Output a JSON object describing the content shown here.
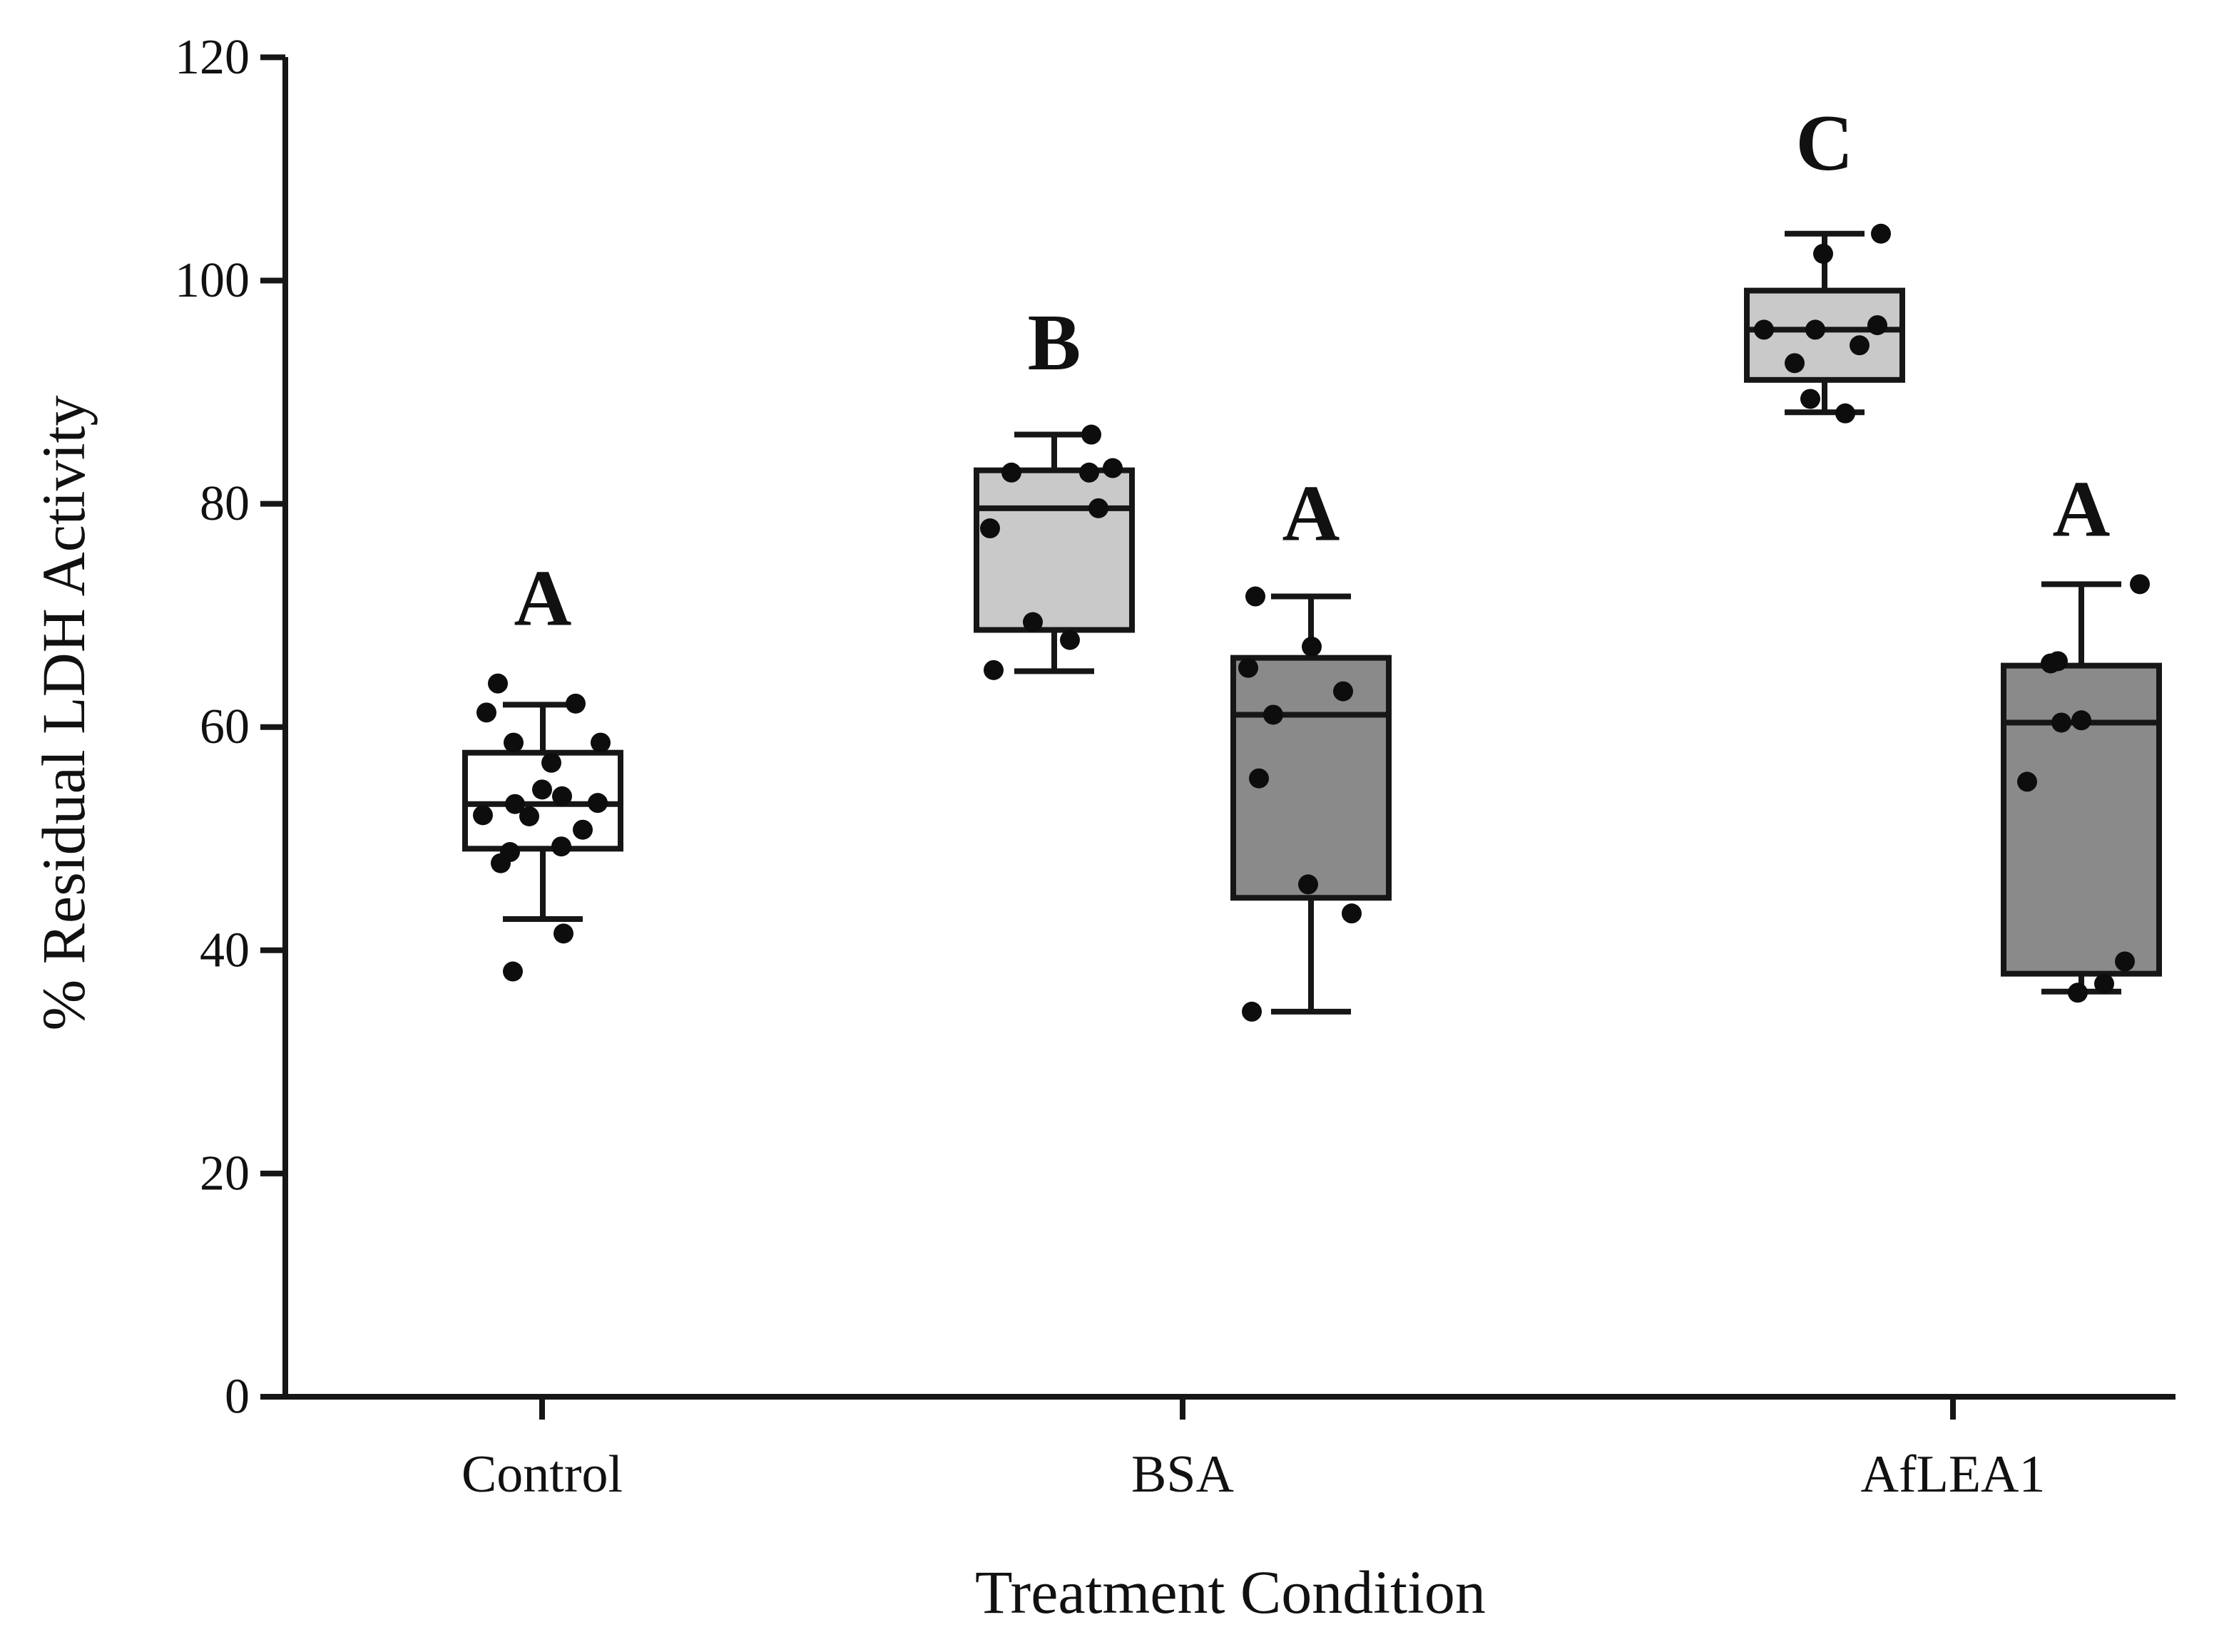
{
  "figure": {
    "background": "#ffffff",
    "x_axis_title": "Treatment Condition",
    "y_axis_title": "% Residual LDH Activity"
  },
  "chart_data": {
    "type": "box",
    "title": "",
    "xlabel": "Treatment Condition",
    "ylabel": "% Residual LDH Activity",
    "ylim": [
      0,
      120
    ],
    "yticks": [
      0,
      20,
      40,
      60,
      80,
      100,
      120
    ],
    "grid": false,
    "legend": "none",
    "categories": [
      "Control",
      "BSA",
      "AfLEA1"
    ],
    "colors": {
      "empty_box_fill": "#ffffff",
      "light_box_fill": "#c9c9c9",
      "dark_box_fill": "#8a8a8a",
      "line": "#161616",
      "point": "#0d0d0d",
      "text": "#111111"
    },
    "significance_letters": [
      "A",
      "B",
      "A",
      "C",
      "A"
    ],
    "groups": [
      {
        "label": "Control",
        "tick_x": 760,
        "boxes": [
          {
            "name": "control",
            "letter": "A",
            "letter_value": 71.5,
            "fill_key": "empty_box_fill",
            "x_center": 761,
            "stats": {
              "whisker_low": 42.8,
              "q1": 49.1,
              "median": 53.1,
              "q3": 57.7,
              "whisker_high": 62.0
            },
            "points": [
              [
                -63,
                63.9
              ],
              [
                46,
                62.1
              ],
              [
                -79,
                61.3
              ],
              [
                -41,
                58.6
              ],
              [
                81,
                58.6
              ],
              [
                12,
                56.8
              ],
              [
                -1,
                54.4
              ],
              [
                27,
                53.8
              ],
              [
                77,
                53.2
              ],
              [
                -39,
                53.1
              ],
              [
                -84,
                52.1
              ],
              [
                -19,
                52.0
              ],
              [
                56,
                50.8
              ],
              [
                26,
                49.3
              ],
              [
                -46,
                48.8
              ],
              [
                -59,
                47.8
              ],
              [
                29,
                41.5
              ],
              [
                -42,
                38.1
              ]
            ]
          }
        ]
      },
      {
        "label": "BSA",
        "tick_x": 1658,
        "boxes": [
          {
            "name": "bsa-light",
            "letter": "B",
            "letter_value": 94.4,
            "fill_key": "light_box_fill",
            "x_center": 1478,
            "stats": {
              "whisker_low": 65.0,
              "q1": 68.7,
              "median": 79.6,
              "q3": 83.0,
              "whisker_high": 86.2
            },
            "points": [
              [
                52,
                86.2
              ],
              [
                82,
                83.2
              ],
              [
                -60,
                82.8
              ],
              [
                49,
                82.8
              ],
              [
                62,
                79.6
              ],
              [
                -90,
                77.8
              ],
              [
                -30,
                69.4
              ],
              [
                22,
                67.8
              ],
              [
                -85,
                65.1
              ]
            ]
          },
          {
            "name": "bsa-dark",
            "letter": "A",
            "letter_value": 79.1,
            "fill_key": "dark_box_fill",
            "x_center": 1838,
            "stats": {
              "whisker_low": 34.5,
              "q1": 44.7,
              "median": 61.1,
              "q3": 66.2,
              "whisker_high": 71.7
            },
            "points": [
              [
                -78,
                71.7
              ],
              [
                1,
                67.2
              ],
              [
                -88,
                65.3
              ],
              [
                45,
                63.2
              ],
              [
                -53,
                61.1
              ],
              [
                -73,
                55.4
              ],
              [
                -4,
                45.9
              ],
              [
                57,
                43.3
              ],
              [
                -83,
                34.5
              ]
            ]
          }
        ]
      },
      {
        "label": "AfLEA1",
        "tick_x": 2738,
        "boxes": [
          {
            "name": "aflea1-light",
            "letter": "C",
            "letter_value": 112.3,
            "fill_key": "light_box_fill",
            "x_center": 2558,
            "stats": {
              "whisker_low": 88.2,
              "q1": 91.1,
              "median": 95.6,
              "q3": 99.1,
              "whisker_high": 104.2
            },
            "points": [
              [
                79,
                104.2
              ],
              [
                -2,
                102.4
              ],
              [
                74,
                96.0
              ],
              [
                -85,
                95.6
              ],
              [
                -13,
                95.6
              ],
              [
                49,
                94.2
              ],
              [
                -42,
                92.6
              ],
              [
                -20,
                89.4
              ],
              [
                29,
                88.1
              ]
            ]
          },
          {
            "name": "aflea1-dark",
            "letter": "A",
            "letter_value": 79.5,
            "fill_key": "dark_box_fill",
            "x_center": 2918,
            "stats": {
              "whisker_low": 36.3,
              "q1": 37.9,
              "median": 60.4,
              "q3": 65.5,
              "whisker_high": 72.8
            },
            "points": [
              [
                82,
                72.8
              ],
              [
                -33,
                65.9
              ],
              [
                -43,
                65.7
              ],
              [
                0,
                60.6
              ],
              [
                -28,
                60.4
              ],
              [
                -76,
                55.1
              ],
              [
                61,
                39.0
              ],
              [
                32,
                37.0
              ],
              [
                -5,
                36.2
              ]
            ]
          }
        ]
      }
    ]
  }
}
